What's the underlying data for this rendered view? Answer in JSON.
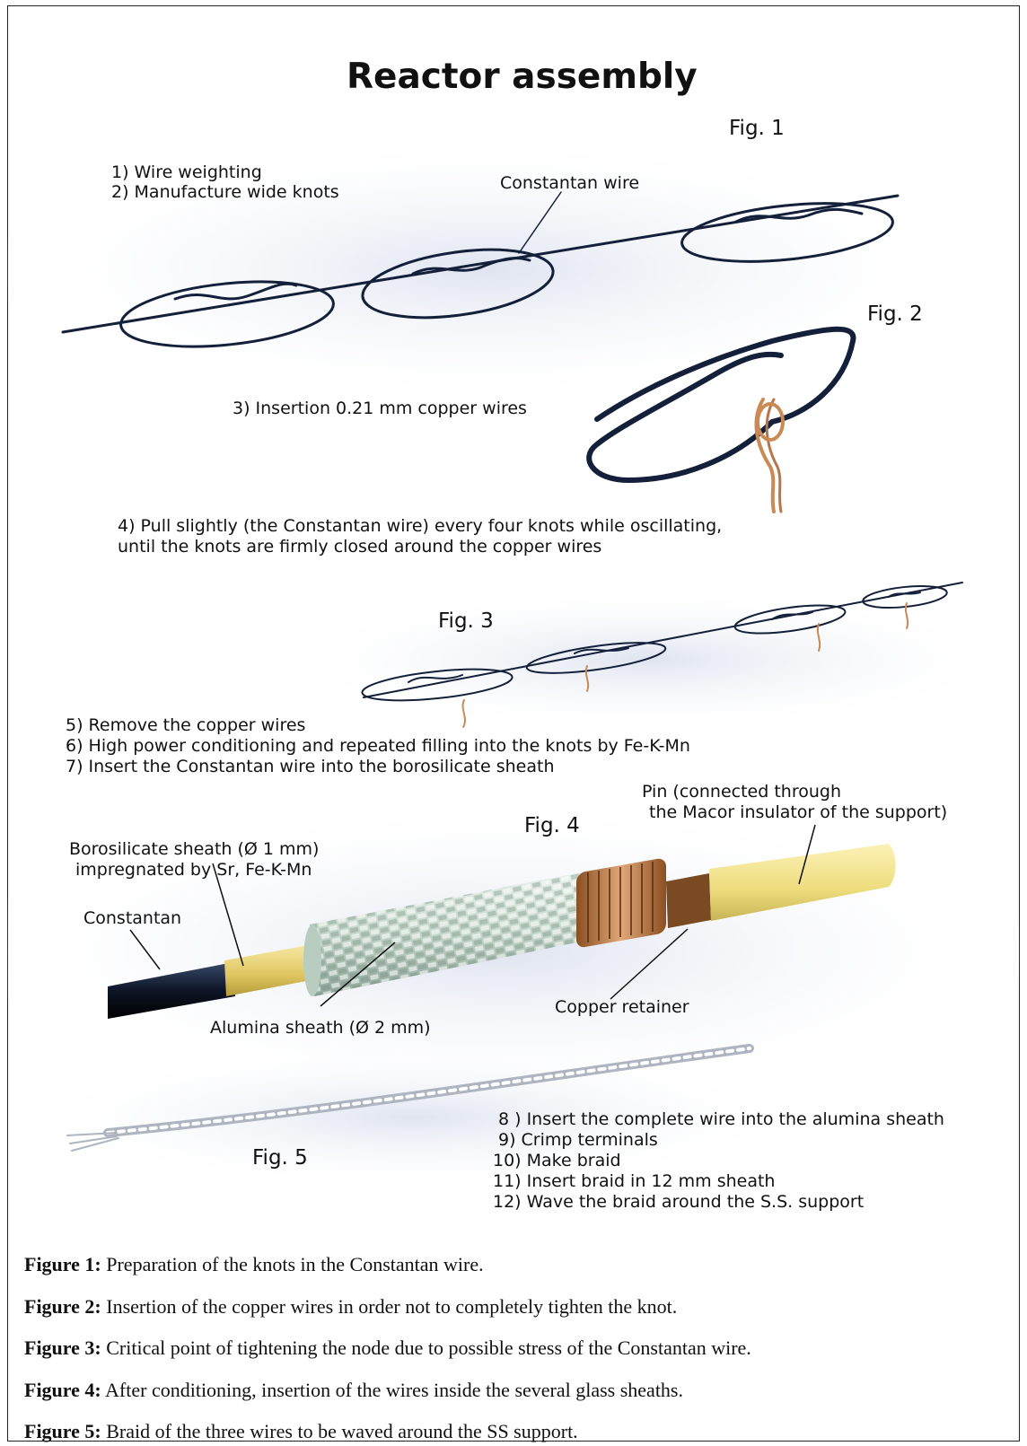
{
  "title": "Reactor assembly",
  "fig1": {
    "label": "Fig. 1",
    "steps": [
      "1) Wire weighting",
      "2) Manufacture wide knots"
    ],
    "callout": "Constantan wire"
  },
  "fig2": {
    "label": "Fig. 2",
    "step": "3) Insertion 0.21 mm copper wires"
  },
  "step4": [
    "4) Pull slightly (the Constantan wire) every four knots while oscillating,",
    "until the knots are firmly closed around the copper wires"
  ],
  "fig3": {
    "label": "Fig. 3"
  },
  "steps_5_7": [
    "5) Remove the copper wires",
    "6) High power conditioning and repeated filling into the knots by Fe-K-Mn",
    "7) Insert the Constantan wire into the borosilicate sheath"
  ],
  "fig4": {
    "label": "Fig. 4",
    "pin": [
      "Pin (connected through",
      "the Macor insulator of the support)"
    ],
    "borosilicate": [
      "Borosilicate sheath (Ø 1 mm)",
      "impregnated  by Sr, Fe-K-Mn"
    ],
    "constantan": "Constantan",
    "alumina": "Alumina sheath (Ø 2 mm)",
    "copper_retainer": "Copper retainer"
  },
  "fig5": {
    "label": "Fig. 5",
    "steps": [
      "8 ) Insert the complete wire into the alumina sheath",
      "9) Crimp terminals",
      "10) Make braid",
      "11) Insert braid in 12 mm sheath",
      "12) Wave the braid around the S.S. support"
    ]
  },
  "captions": [
    {
      "label": "Figure 1:",
      "text": " Preparation of the knots in the Constantan wire."
    },
    {
      "label": "Figure 2:",
      "text": " Insertion of the copper wires in order not to completely tighten the knot."
    },
    {
      "label": "Figure 3:",
      "text": " Critical point of tightening the node due to possible stress of the Constantan wire."
    },
    {
      "label": "Figure 4:",
      "text": " After conditioning, insertion of the wires inside the several glass sheaths."
    },
    {
      "label": "Figure 5:",
      "text": " Braid of the three wires to be waved around the SS support."
    }
  ],
  "colors": {
    "wire": "#14203a",
    "copper": "#c98a55",
    "alumina": "#cfe0d6",
    "borosilicate": "#ecd77a",
    "pin": "#f0e088",
    "constantan_cable": "#0d1526"
  }
}
